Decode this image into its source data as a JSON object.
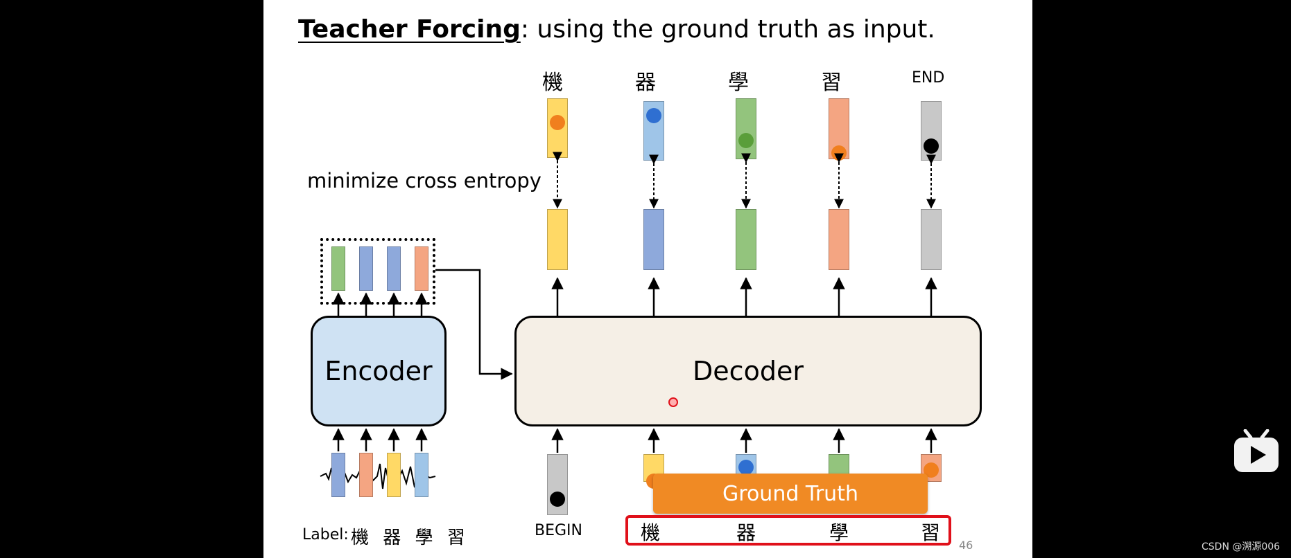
{
  "title": {
    "bold": "Teacher Forcing",
    "rest": ": using the ground truth as input."
  },
  "annotations": {
    "loss": "minimize cross entropy",
    "label_prefix": "Label:",
    "label_tokens": "機 器 學 習",
    "begin": "BEGIN",
    "ground_truth": "Ground Truth"
  },
  "blocks": {
    "encoder": "Encoder",
    "decoder": "Decoder"
  },
  "output_tokens": [
    "機",
    "器",
    "學",
    "習",
    "END"
  ],
  "ground_truth_tokens": [
    "機",
    "器",
    "學",
    "習"
  ],
  "colors": {
    "yellow": "#ffd966",
    "blue": "#9fc5e8",
    "dark_blue": "#8ea9db",
    "green": "#93c47d",
    "orange": "#f4a582",
    "gray": "#c8c8c8",
    "dot_orange": "#f07f1e",
    "dot_blue": "#2f6fd1",
    "dot_green": "#5a9e3a",
    "dot_black": "#000000",
    "ground_truth_banner": "#f08a24",
    "highlight_red": "#e0101a"
  },
  "slide": {
    "page_number": "46"
  },
  "overlay": {
    "watermark": "CSDN @溯源006"
  }
}
